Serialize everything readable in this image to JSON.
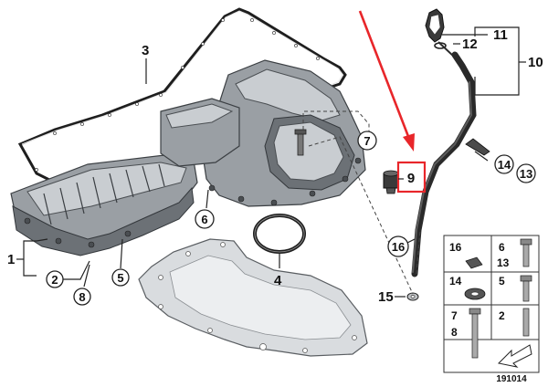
{
  "callouts": {
    "c1": "1",
    "c2": "2",
    "c3": "3",
    "c4": "4",
    "c5": "5",
    "c6": "6",
    "c7": "7",
    "c8": "8",
    "c9": "9",
    "c10": "10",
    "c11": "11",
    "c12": "12",
    "c13": "13",
    "c14": "14",
    "c15": "15",
    "c16": "16"
  },
  "legend": {
    "r1_l1": "16",
    "r1_r1": "6",
    "r1_r2": "13",
    "r2_l1": "14",
    "r2_r1": "5",
    "r3_l1": "7",
    "r3_l2": "8",
    "r3_r1": "2"
  },
  "diagram_id": "191014",
  "colors": {
    "highlight": "#e8262a",
    "arrow": "#e8262a"
  }
}
